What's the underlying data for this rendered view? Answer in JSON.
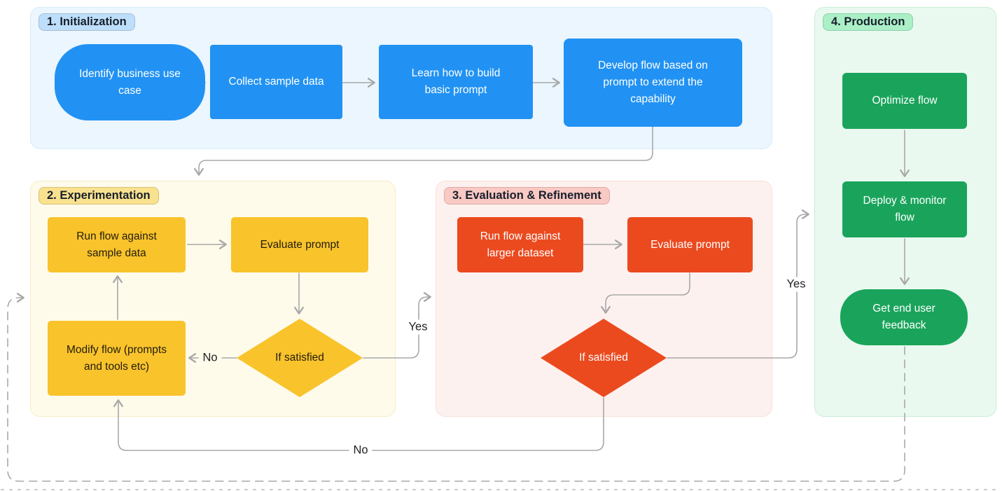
{
  "sections": {
    "initialization": {
      "label": "1. Initialization"
    },
    "experimentation": {
      "label": "2. Experimentation"
    },
    "evaluation": {
      "label": "3. Evaluation & Refinement"
    },
    "production": {
      "label": "4. Production"
    }
  },
  "nodes": {
    "identify_business_use_case": {
      "label": "Identify business use case",
      "section": "initialization",
      "shape": "rounded-pill"
    },
    "collect_sample_data": {
      "label": "Collect sample data",
      "section": "initialization",
      "shape": "rect"
    },
    "learn_how_to_build_basic_prompt": {
      "label": "Learn how to build basic prompt",
      "section": "initialization",
      "shape": "rect"
    },
    "develop_flow_based_on_prompt": {
      "label": "Develop flow based on prompt to extend the capability",
      "section": "initialization",
      "shape": "rect"
    },
    "run_flow_against_sample_data": {
      "label": "Run flow against sample data",
      "section": "experimentation",
      "shape": "rect"
    },
    "evaluate_prompt_experimentation": {
      "label": "Evaluate prompt",
      "section": "experimentation",
      "shape": "rect"
    },
    "modify_flow": {
      "label": "Modify flow (prompts and tools etc)",
      "section": "experimentation",
      "shape": "rect"
    },
    "if_satisfied_experimentation": {
      "label": "If satisfied",
      "section": "experimentation",
      "shape": "diamond"
    },
    "run_flow_against_larger_dataset": {
      "label": "Run flow against larger dataset",
      "section": "evaluation",
      "shape": "rect"
    },
    "evaluate_prompt_evaluation": {
      "label": "Evaluate prompt",
      "section": "evaluation",
      "shape": "rect"
    },
    "if_satisfied_evaluation": {
      "label": "If satisfied",
      "section": "evaluation",
      "shape": "diamond"
    },
    "optimize_flow": {
      "label": "Optimize flow",
      "section": "production",
      "shape": "rect"
    },
    "deploy_and_monitor_flow": {
      "label": "Deploy & monitor flow",
      "section": "production",
      "shape": "rect"
    },
    "get_end_user_feedback": {
      "label": "Get end user feedback",
      "section": "production",
      "shape": "rounded-pill"
    }
  },
  "edges": [
    {
      "from": "identify_business_use_case",
      "to": "collect_sample_data",
      "style": "solid"
    },
    {
      "from": "collect_sample_data",
      "to": "learn_how_to_build_basic_prompt",
      "style": "solid"
    },
    {
      "from": "learn_how_to_build_basic_prompt",
      "to": "develop_flow_based_on_prompt",
      "style": "solid"
    },
    {
      "from": "develop_flow_based_on_prompt",
      "to": "section_experimentation",
      "style": "solid"
    },
    {
      "from": "run_flow_against_sample_data",
      "to": "evaluate_prompt_experimentation",
      "style": "solid"
    },
    {
      "from": "evaluate_prompt_experimentation",
      "to": "if_satisfied_experimentation",
      "style": "solid"
    },
    {
      "from": "if_satisfied_experimentation",
      "to": "modify_flow",
      "label": "No",
      "style": "solid"
    },
    {
      "from": "modify_flow",
      "to": "run_flow_against_sample_data",
      "style": "solid"
    },
    {
      "from": "if_satisfied_experimentation",
      "to": "section_evaluation",
      "label": "Yes",
      "style": "solid"
    },
    {
      "from": "run_flow_against_larger_dataset",
      "to": "evaluate_prompt_evaluation",
      "style": "solid"
    },
    {
      "from": "evaluate_prompt_evaluation",
      "to": "if_satisfied_evaluation",
      "style": "solid"
    },
    {
      "from": "if_satisfied_evaluation",
      "to": "section_production",
      "label": "Yes",
      "style": "solid"
    },
    {
      "from": "if_satisfied_evaluation",
      "to": "modify_flow",
      "label": "No",
      "style": "solid"
    },
    {
      "from": "optimize_flow",
      "to": "deploy_and_monitor_flow",
      "style": "solid"
    },
    {
      "from": "deploy_and_monitor_flow",
      "to": "get_end_user_feedback",
      "style": "solid"
    },
    {
      "from": "get_end_user_feedback",
      "to": "section_experimentation",
      "style": "dashed"
    }
  ],
  "colors": {
    "initialization_node": "#2192F3",
    "experimentation_node": "#F9C32B",
    "evaluation_node": "#EB4A1F",
    "production_node": "#1AA45B",
    "initialization_section_bg": "#EBF6FE",
    "experimentation_section_bg": "#FEFBEB",
    "evaluation_section_bg": "#FDF1EF",
    "production_section_bg": "#EAF9F0",
    "connector": "#A8A8A8"
  }
}
